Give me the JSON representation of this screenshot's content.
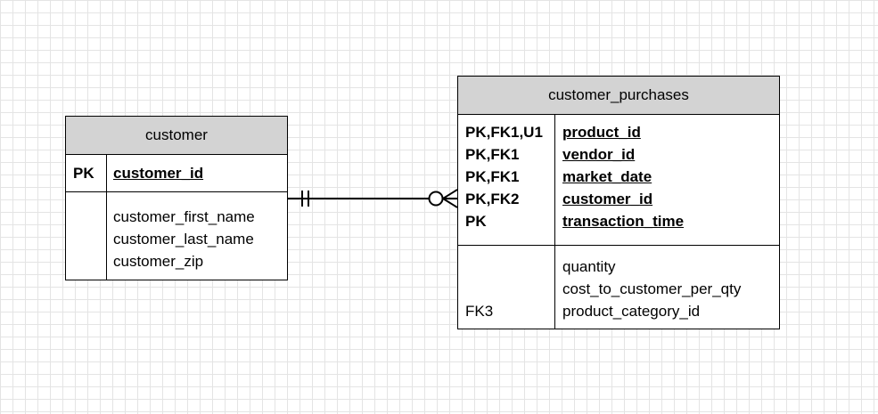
{
  "customer": {
    "title": "customer",
    "pk_key": "PK",
    "pk_field": "customer_id",
    "fields": [
      "customer_first_name",
      "customer_last_name",
      "customer_zip"
    ]
  },
  "customer_purchases": {
    "title": "customer_purchases",
    "pk_keys": [
      "PK,FK1,U1",
      "PK,FK1",
      "PK,FK1",
      "PK,FK2",
      "PK"
    ],
    "pk_fields": [
      "product_id",
      "vendor_id",
      "market_date",
      "customer_id",
      "transaction_time"
    ],
    "attr_keys": [
      "",
      "",
      "FK3"
    ],
    "attr_fields": [
      "quantity",
      "cost_to_customer_per_qty",
      "product_category_id"
    ]
  },
  "relationship": {
    "from_cardinality": "one-and-only-one",
    "to_cardinality": "zero-or-many"
  }
}
